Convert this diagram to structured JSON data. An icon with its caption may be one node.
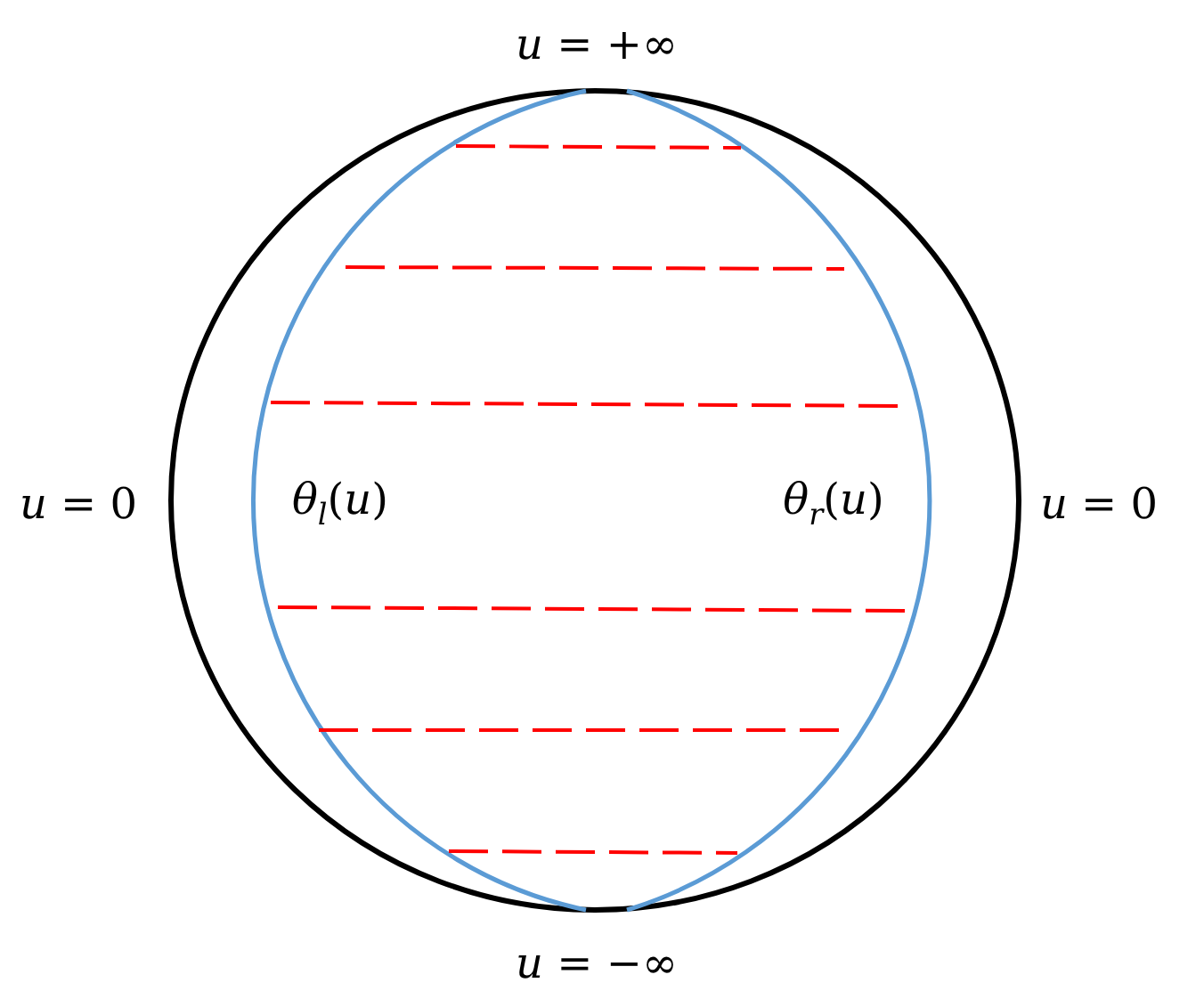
{
  "diagram": {
    "labels": [
      "*u* = +∞",
      "*u* = 0",
      "*θ*$_{l}$(*u*)",
      "*θ*$_{r}$(*u*)",
      "*u* = 0",
      "*u* = −∞"
    ]
  }
}
